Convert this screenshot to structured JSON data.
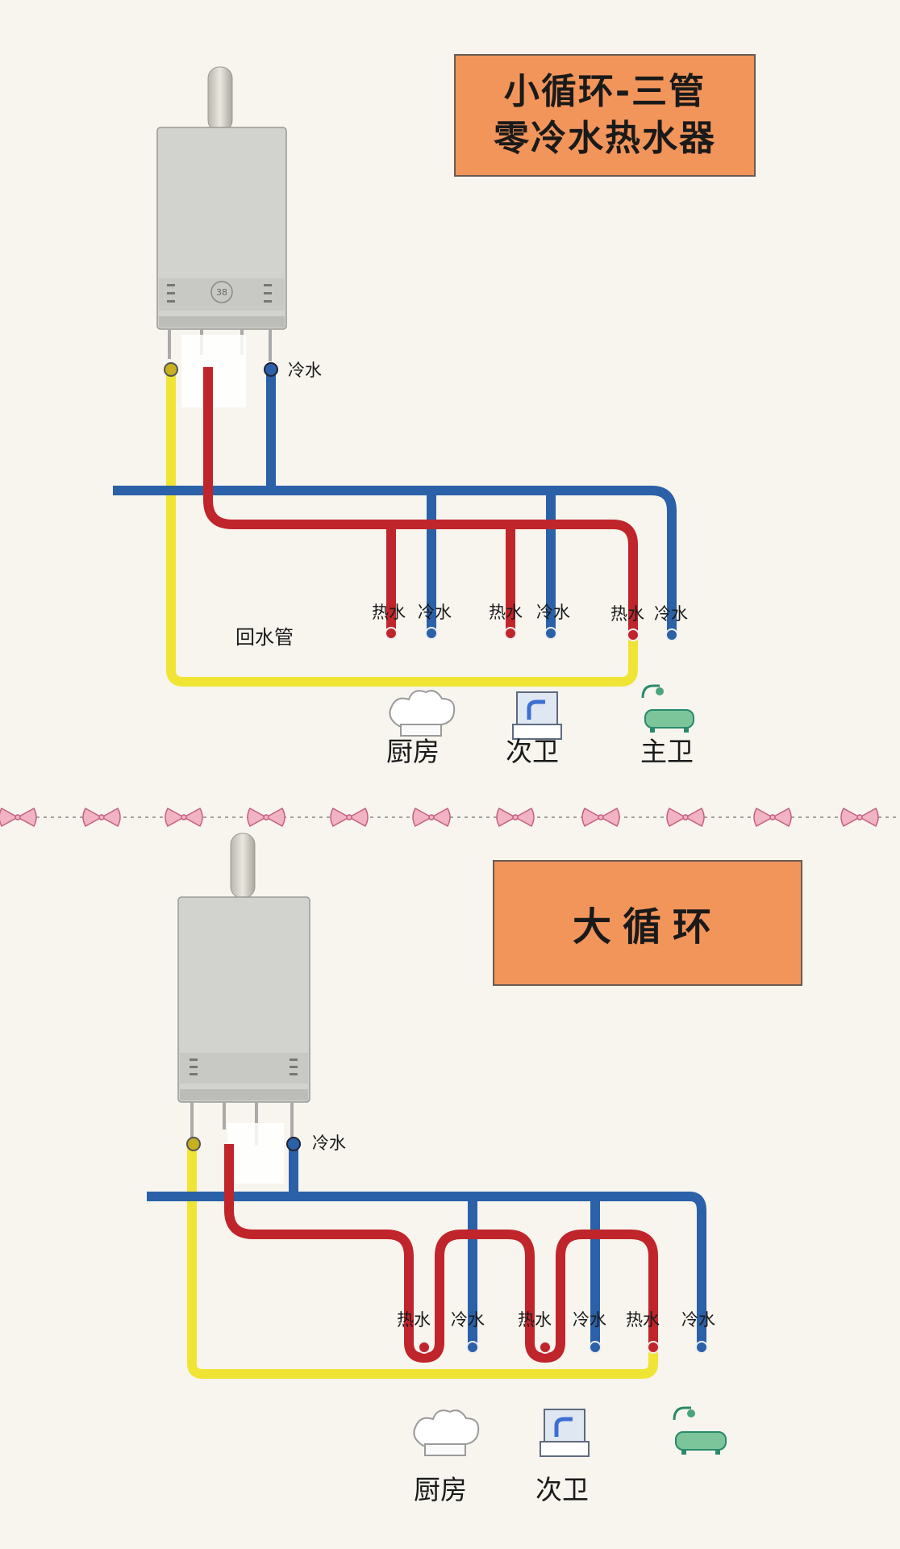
{
  "section_top": {
    "title_line1": "小循环-三管",
    "title_line2": "零冷水热水器",
    "heater_display": "38",
    "inlet_label": "冷水",
    "return_label": "回水管",
    "taps": [
      {
        "hot": "热水",
        "cold": "冷水"
      },
      {
        "hot": "热水",
        "cold": "冷水"
      },
      {
        "hot": "热水",
        "cold": "冷水"
      }
    ],
    "rooms": [
      "厨房",
      "次卫",
      "主卫"
    ]
  },
  "section_bottom": {
    "title": "大循环",
    "inlet_label": "冷水",
    "taps": [
      {
        "hot": "热水",
        "cold": "冷水"
      },
      {
        "hot": "热水",
        "cold": "冷水"
      },
      {
        "hot": "热水",
        "cold": "冷水"
      }
    ],
    "rooms": [
      "厨房",
      "次卫"
    ]
  },
  "colors": {
    "hot_pipe": "#c0252c",
    "cold_pipe": "#2a61a8",
    "return_pipe": "#f0e535",
    "title_bg": "#f2955b",
    "bow": "#f2b3c4"
  }
}
